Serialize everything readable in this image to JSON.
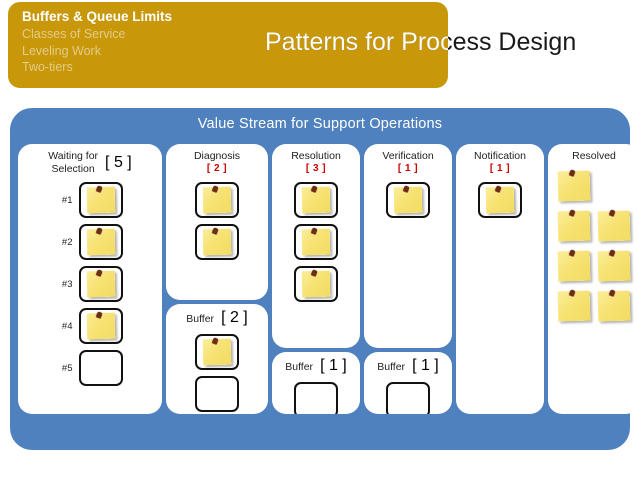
{
  "header": {
    "agenda": [
      {
        "label": "Buffers & Queue Limits",
        "current": true
      },
      {
        "label": "Classes of Service",
        "current": false
      },
      {
        "label": "Leveling Work",
        "current": false
      },
      {
        "label": "Two-tiers",
        "current": false
      }
    ],
    "slide_title": "Patterns for Process Design",
    "gold_color": "#C8970A"
  },
  "board": {
    "title": "Value Stream for Support Operations",
    "blue_color": "#4E81BD",
    "wip_color": "#CC0000",
    "columns": [
      {
        "id": "waiting",
        "title_line1": "Waiting for",
        "title_line2": "Selection",
        "wip": "[ 5 ]",
        "priorities": [
          "#1",
          "#2",
          "#3",
          "#4",
          "#5"
        ],
        "filled": [
          true,
          true,
          true,
          true,
          false
        ],
        "buffer": null
      },
      {
        "id": "diagnosis",
        "title_line1": "Diagnosis",
        "title_line2": "",
        "wip": "[ 2 ]",
        "filled": [
          true,
          true
        ],
        "buffer": {
          "label": "Buffer",
          "wip": "[ 2 ]",
          "filled": [
            true,
            false
          ]
        }
      },
      {
        "id": "resolution",
        "title_line1": "Resolution",
        "title_line2": "",
        "wip": "[ 3 ]",
        "filled": [
          true,
          true,
          true
        ],
        "buffer": {
          "label": "Buffer",
          "wip": "[ 1 ]",
          "filled": [
            false
          ]
        }
      },
      {
        "id": "verification",
        "title_line1": "Verification",
        "title_line2": "",
        "wip": "[ 1 ]",
        "filled": [
          true
        ],
        "buffer": {
          "label": "Buffer",
          "wip": "[ 1 ]",
          "filled": [
            false
          ]
        }
      },
      {
        "id": "notification",
        "title_line1": "Notification",
        "title_line2": "",
        "wip": "[ 1 ]",
        "filled": [
          true
        ],
        "buffer": null
      },
      {
        "id": "resolved",
        "title_line1": "Resolved",
        "title_line2": "",
        "wip": "",
        "loose_notes": 7,
        "buffer": null
      }
    ]
  }
}
